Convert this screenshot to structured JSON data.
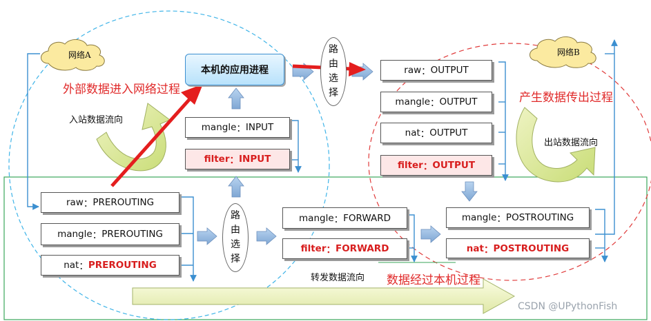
{
  "clouds": {
    "network_a": "网络A",
    "network_b": "网络B"
  },
  "app_process": "本机的应用进程",
  "route_select": "路由选择",
  "chains": {
    "raw_prerouting": {
      "table": "raw",
      "chain": "PREROUTING"
    },
    "mangle_prerouting": {
      "table": "mangle",
      "chain": "PREROUTING"
    },
    "nat_prerouting": {
      "table": "nat",
      "chain": "PREROUTING"
    },
    "mangle_input": {
      "table": "mangle",
      "chain": "INPUT"
    },
    "filter_input": {
      "table": "filter",
      "chain": "INPUT"
    },
    "mangle_forward": {
      "table": "mangle",
      "chain": "FORWARD"
    },
    "filter_forward": {
      "table": "filter",
      "chain": "FORWARD"
    },
    "raw_output": {
      "table": "raw",
      "chain": "OUTPUT"
    },
    "mangle_output": {
      "table": "mangle",
      "chain": "OUTPUT"
    },
    "nat_output": {
      "table": "nat",
      "chain": "OUTPUT"
    },
    "filter_output": {
      "table": "filter",
      "chain": "OUTPUT"
    },
    "mangle_postrouting": {
      "table": "mangle",
      "chain": "POSTROUTING"
    },
    "nat_postrouting": {
      "table": "nat",
      "chain": "POSTROUTING"
    }
  },
  "labels": {
    "external_in": "外部数据进入网络过程",
    "inbound_flow": "入站数据流向",
    "generate_out": "产生数据传出过程",
    "outbound_flow": "出站数据流向",
    "forward_flow": "转发数据流向",
    "pass_through": "数据经过本机过程"
  },
  "colors": {
    "accent_red": "#e02a2a",
    "cyan_circle": "#3fb4e8",
    "green_frame": "#3aa65a",
    "blue_line": "#3b8fd0"
  },
  "watermark": "CSDN @UPythonFish"
}
